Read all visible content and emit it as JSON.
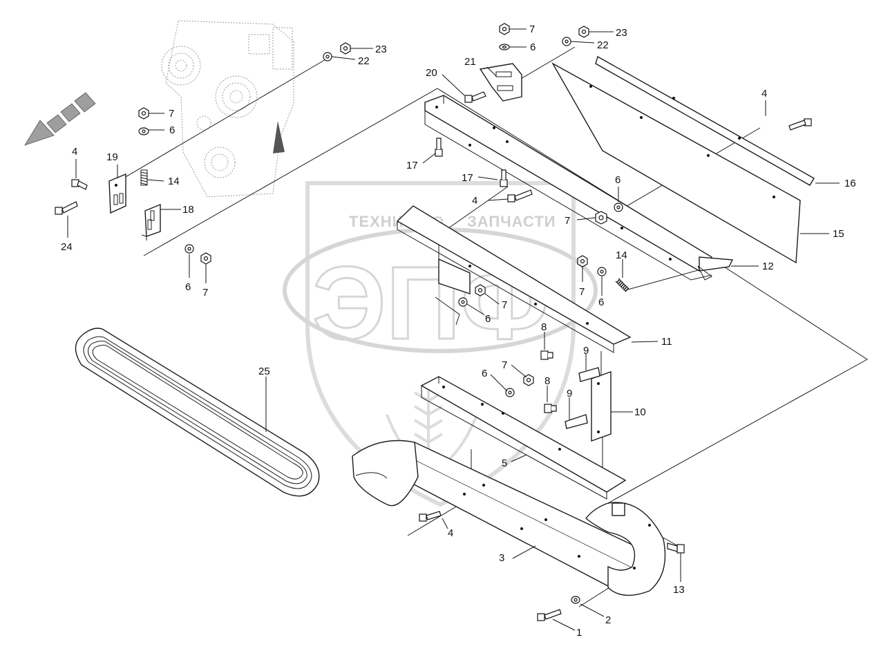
{
  "watermark": {
    "left_word": "ТЕХНИКА",
    "right_word": "ЗАПЧАСТИ",
    "logo_letters": "ЭПФ"
  },
  "callouts": [
    {
      "id": "c1",
      "text": "1"
    },
    {
      "id": "c2",
      "text": "2"
    },
    {
      "id": "c3",
      "text": "3"
    },
    {
      "id": "c4a",
      "text": "4"
    },
    {
      "id": "c4b",
      "text": "4"
    },
    {
      "id": "c4c",
      "text": "4"
    },
    {
      "id": "c4d",
      "text": "4"
    },
    {
      "id": "c5",
      "text": "5"
    },
    {
      "id": "c6a",
      "text": "6"
    },
    {
      "id": "c6b",
      "text": "6"
    },
    {
      "id": "c6c",
      "text": "6"
    },
    {
      "id": "c6d",
      "text": "6"
    },
    {
      "id": "c6e",
      "text": "6"
    },
    {
      "id": "c6f",
      "text": "6"
    },
    {
      "id": "c6g",
      "text": "6"
    },
    {
      "id": "c7a",
      "text": "7"
    },
    {
      "id": "c7b",
      "text": "7"
    },
    {
      "id": "c7c",
      "text": "7"
    },
    {
      "id": "c7d",
      "text": "7"
    },
    {
      "id": "c7e",
      "text": "7"
    },
    {
      "id": "c7f",
      "text": "7"
    },
    {
      "id": "c7g",
      "text": "7"
    },
    {
      "id": "c8a",
      "text": "8"
    },
    {
      "id": "c8b",
      "text": "8"
    },
    {
      "id": "c9a",
      "text": "9"
    },
    {
      "id": "c9b",
      "text": "9"
    },
    {
      "id": "c10",
      "text": "10"
    },
    {
      "id": "c11",
      "text": "11"
    },
    {
      "id": "c12",
      "text": "12"
    },
    {
      "id": "c13",
      "text": "13"
    },
    {
      "id": "c14a",
      "text": "14"
    },
    {
      "id": "c14b",
      "text": "14"
    },
    {
      "id": "c15",
      "text": "15"
    },
    {
      "id": "c16",
      "text": "16"
    },
    {
      "id": "c17a",
      "text": "17"
    },
    {
      "id": "c17b",
      "text": "17"
    },
    {
      "id": "c18",
      "text": "18"
    },
    {
      "id": "c19",
      "text": "19"
    },
    {
      "id": "c20",
      "text": "20"
    },
    {
      "id": "c21",
      "text": "21"
    },
    {
      "id": "c22a",
      "text": "22"
    },
    {
      "id": "c22b",
      "text": "22"
    },
    {
      "id": "c23a",
      "text": "23"
    },
    {
      "id": "c23b",
      "text": "23"
    },
    {
      "id": "c24",
      "text": "24"
    },
    {
      "id": "c25",
      "text": "25"
    }
  ],
  "icons": [
    "forward-direction-arrow-icon",
    "engine-block-icon",
    "bolt-icon",
    "nut-icon",
    "washer-icon",
    "spring-icon"
  ]
}
